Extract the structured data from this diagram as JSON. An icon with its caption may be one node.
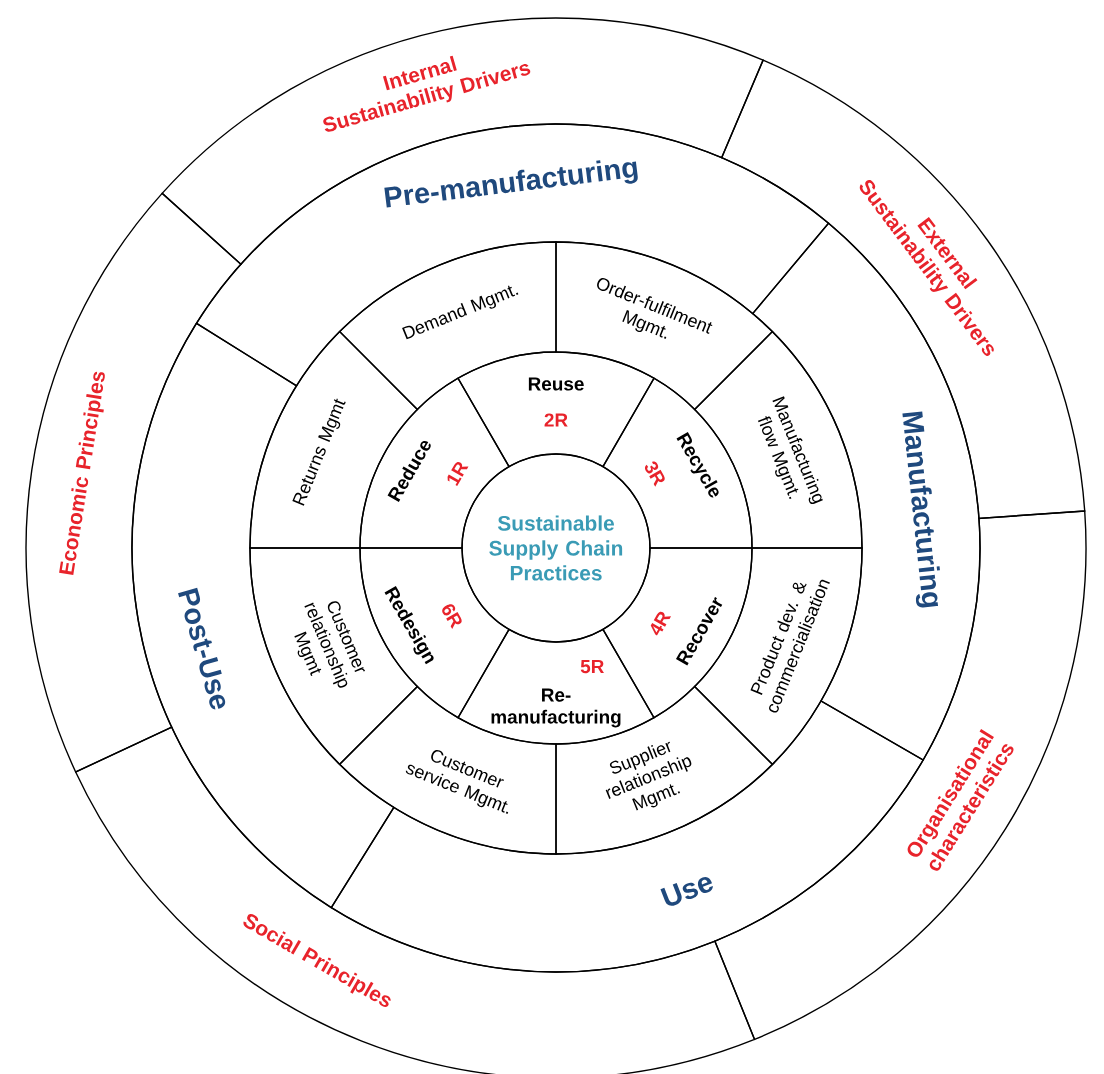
{
  "diagram": {
    "nodes": [
      {
        "text": [
          "Internal Sustainability Drivers"
        ]
      },
      {
        "text": [
          "External Sustainability Drivers"
        ]
      },
      {
        "text": [
          "Economic Principles"
        ]
      },
      {
        "text": [
          "Organisational characteristics"
        ]
      },
      {
        "text": [
          "Social Principles"
        ]
      },
      {
        "text": [
          "Pre-manufacturing"
        ]
      },
      {
        "text": [
          "Manufacturing"
        ]
      },
      {
        "text": [
          "Post-Use"
        ]
      },
      {
        "text": [
          "Use"
        ]
      },
      {
        "text": [
          "Demand Mgmt."
        ]
      },
      {
        "text": [
          "Order-fulfilment Mgmt."
        ]
      },
      {
        "text": [
          "Returns Mgmt"
        ]
      },
      {
        "text": [
          "Manufacturing flow Mgmt."
        ]
      },
      {
        "text": [
          "Customer relationship Mgmt"
        ]
      },
      {
        "text": [
          "Product dev. & commercialisation"
        ]
      },
      {
        "text": [
          "Customer service Mgmt."
        ]
      },
      {
        "text": [
          "Supplier relationship Mgmt."
        ]
      },
      {
        "text": [
          "Reuse",
          "2R"
        ]
      },
      {
        "text": [
          "Reduce",
          "1R"
        ]
      },
      {
        "text": [
          "Recycle",
          "3R"
        ]
      },
      {
        "text": [
          "Redesign",
          "6R"
        ]
      },
      {
        "text": [
          "5R",
          "Re-manufacturing"
        ]
      },
      {
        "text": [
          "Recover",
          "4R"
        ]
      },
      {
        "text": [
          "Sustainable Supply Chain Practices"
        ]
      }
    ]
  }
}
